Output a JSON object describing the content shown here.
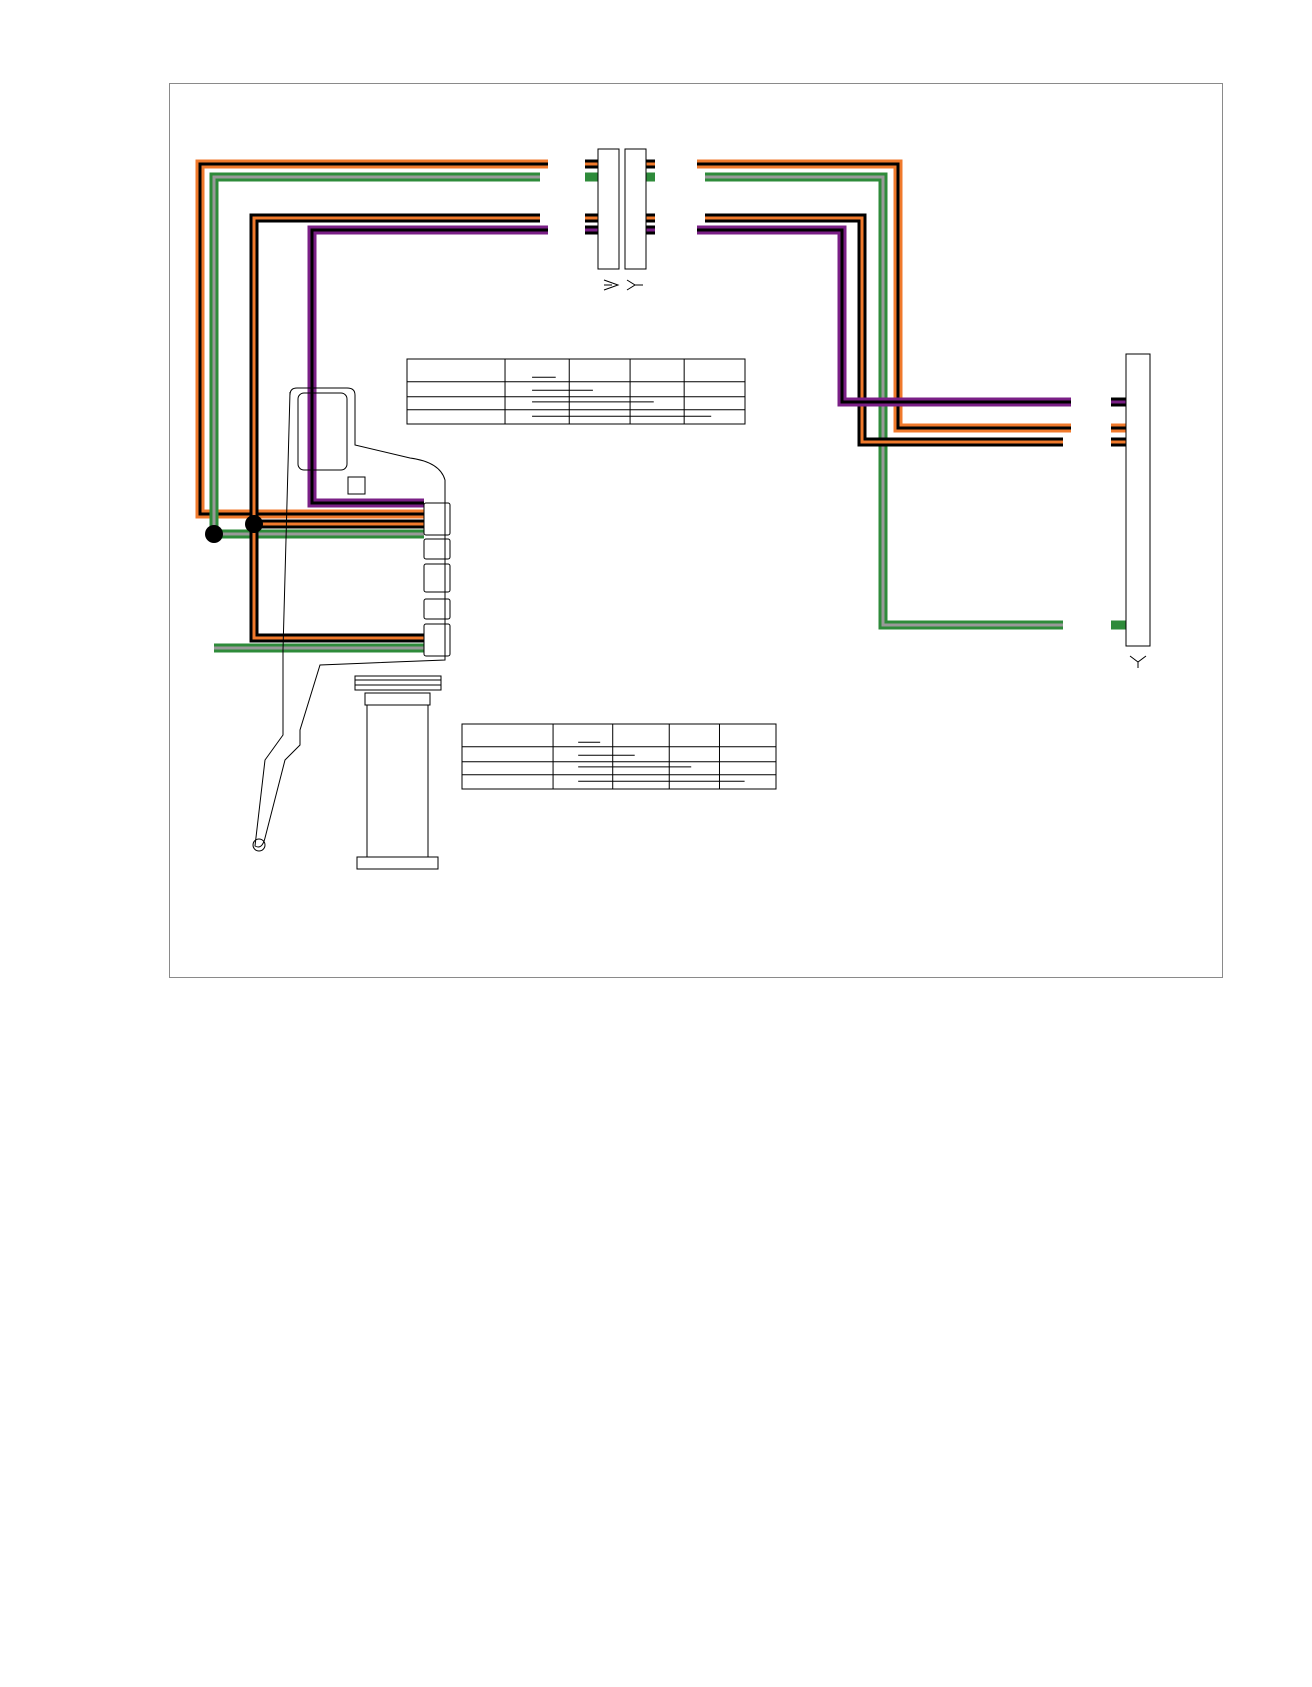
{
  "colors": {
    "wire_edge": "#000000",
    "orange": "#f07a2c",
    "green": "#2e8b3a",
    "purple": "#7a1f86",
    "black": "#000000",
    "outline": "#000000",
    "frame": "#8a8a8a"
  },
  "wires": [
    {
      "name": "orange-black-upper",
      "colors": [
        "black",
        "orange"
      ]
    },
    {
      "name": "green-gray",
      "colors": [
        "green"
      ]
    },
    {
      "name": "black-orange",
      "colors": [
        "orange",
        "black"
      ]
    },
    {
      "name": "purple-black",
      "colors": [
        "black",
        "purple"
      ]
    }
  ],
  "components": {
    "left_assembly": "hand-control-switch-housing",
    "center_connector": "inline-connector",
    "right_connector": "right-terminal-connector"
  },
  "tables": [
    {
      "rows": 4,
      "cols": 5
    },
    {
      "rows": 4,
      "cols": 5
    }
  ]
}
